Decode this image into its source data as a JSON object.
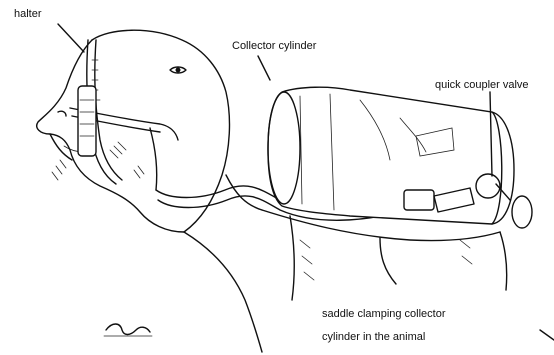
{
  "labels": {
    "halter": "halter",
    "collector": "Collector cylinder",
    "quick_coupler": "quick coupler valve",
    "saddle_line1": "saddle clamping collector",
    "saddle_line2": "cylinder in the animal"
  }
}
